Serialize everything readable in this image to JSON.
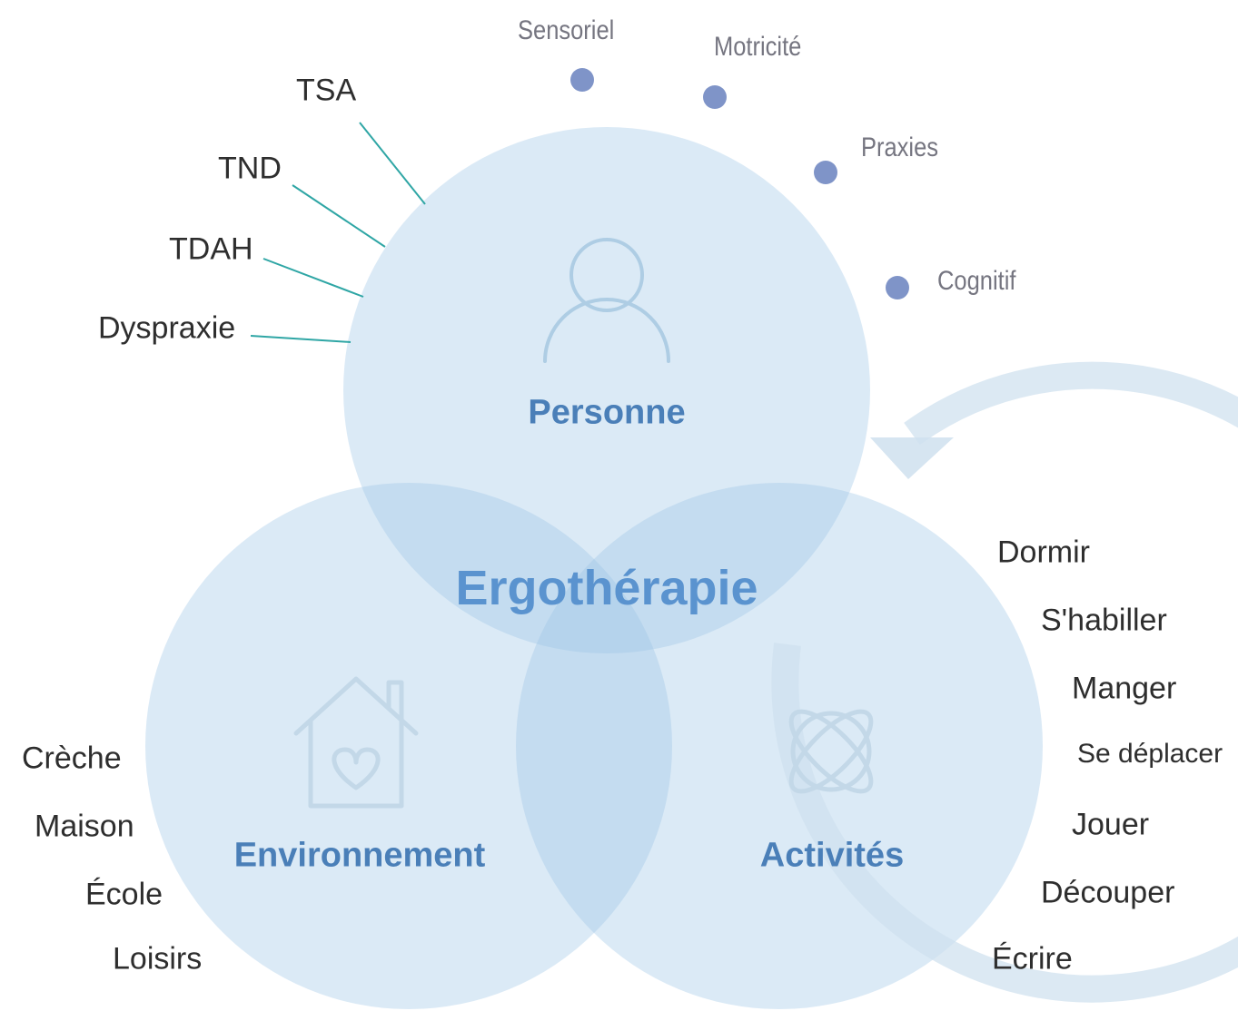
{
  "center_title": "Ergothérapie",
  "circles": {
    "personne": "Personne",
    "environnement": "Environnement",
    "activites": "Activités"
  },
  "disorders": [
    "TSA",
    "TND",
    "TDAH",
    "Dyspraxie"
  ],
  "development": [
    "Sensoriel",
    "Motricité",
    "Praxies",
    "Cognitif"
  ],
  "environments": [
    "Crèche",
    "Maison",
    "École",
    "Loisirs"
  ],
  "activities": [
    "Dormir",
    "S'habiller",
    "Manger",
    "Se déplacer",
    "Jouer",
    "Découper",
    "Écrire"
  ],
  "icons": {
    "personne": "person-icon",
    "environnement": "house-heart-icon",
    "activites": "atom-orbit-icon"
  },
  "colors": {
    "circle_fill": "#9cc6e6",
    "circle_title": "#4a7fb8",
    "center_title": "#5a93cf",
    "arrow": "#dce8f2",
    "dot": "#7f94c8",
    "leader_line": "#2fa6a5",
    "label_dark": "#2e2e2e",
    "label_grey": "#757580"
  }
}
